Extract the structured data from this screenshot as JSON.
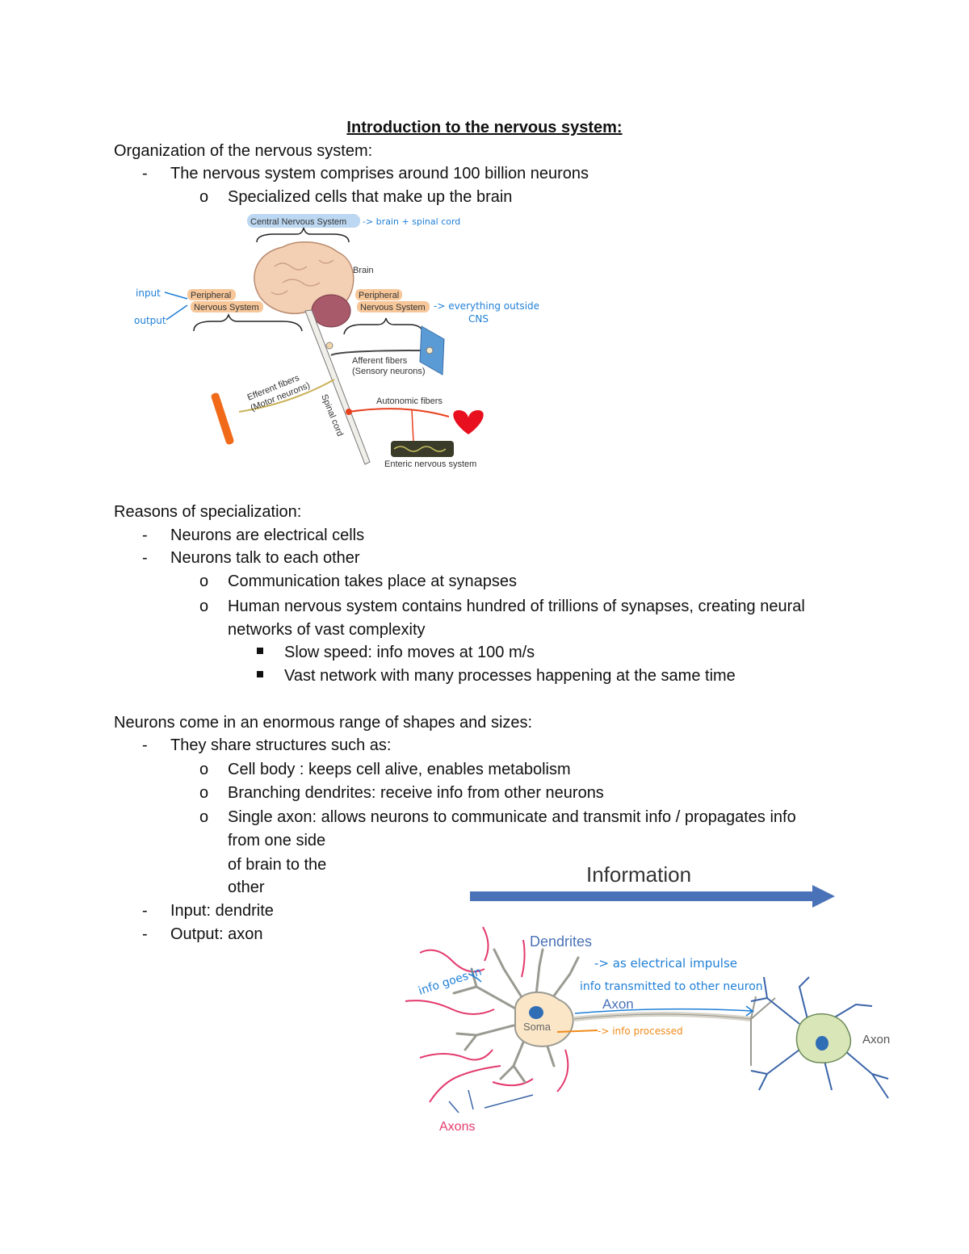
{
  "doc": {
    "title": "Introduction to the nervous system:",
    "s1": {
      "heading": "Organization of the nervous system:",
      "b1": "The nervous system comprises around 100 billion neurons",
      "b1a": "Specialized cells that make up the brain"
    },
    "s2": {
      "heading": "Reasons of specialization:",
      "b1": "Neurons are electrical cells",
      "b2": "Neurons talk to each other",
      "b2a": "Communication takes place at synapses",
      "b2b_l1": "Human nervous system contains hundred of trillions of synapses, creating neural",
      "b2b_l2": "networks of vast complexity",
      "b2b_i": "Slow speed: info moves at 100 m/s",
      "b2b_ii": "Vast network with many processes happening at the same time"
    },
    "s3": {
      "heading": "Neurons come in an enormous range of shapes and sizes:",
      "b1": "They share structures such as:",
      "b1a": "Cell body : keeps cell alive, enables metabolism",
      "b1b": "Branching dendrites: receive info from other neurons",
      "b1c_l1": "Single axon: allows neurons to communicate and transmit info / propagates info",
      "b1c_l2": "from one side",
      "b1c_l3": "of brain to the",
      "b1c_l4": "other",
      "b2": "Input: dendrite",
      "b3": "Output: axon"
    },
    "markers": {
      "dash": "-",
      "circle": "o"
    }
  },
  "fig1": {
    "cns": "Central Nervous System",
    "cns_note": "-> brain + spinal cord",
    "brain": "Brain",
    "pns_left_1": "Peripheral",
    "pns_left_2": "Nervous System",
    "pns_right_1": "Peripheral",
    "pns_right_2": "Nervous System",
    "pns_note_1": "-> everything outside",
    "pns_note_2": "CNS",
    "input": "input",
    "output": "output",
    "afferent_1": "Afferent fibers",
    "afferent_2": "(Sensory neurons)",
    "efferent_1": "Efferent fibers",
    "efferent_2": "(Motor neurons)",
    "spinal": "Spinal cord",
    "autonomic": "Autonomic fibers",
    "enteric": "Enteric nervous system",
    "colors": {
      "label_bg": "#f7c79a",
      "cns_bg": "#bcd7f1",
      "hand": "#1f7fd6",
      "heart": "#e8101e",
      "efferent": "#f06a1a"
    }
  },
  "fig2": {
    "information": "Information",
    "dendrites": "Dendrites",
    "note_impulse": "-> as electrical impulse",
    "note_in": "info goes in",
    "note_transmit": "info transmitted to other neuron",
    "axon_mid": "Axon",
    "soma": "Soma",
    "note_processed": "-> info processed",
    "axon_right": "Axon",
    "axons": "Axons",
    "colors": {
      "arrow": "#4a72b8",
      "soma": "#fbe7c8",
      "nucleus": "#2f6db5",
      "axons": "#e33a6d",
      "cell2": "#d9e6b8",
      "dendrite2": "#3a64a8",
      "processed": "#f08a1a"
    }
  }
}
